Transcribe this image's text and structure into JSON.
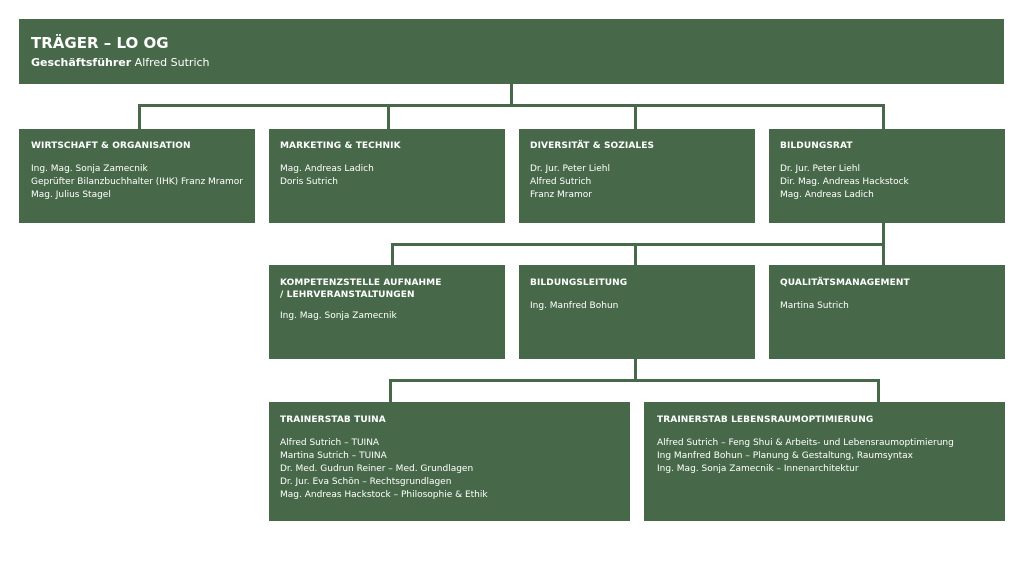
{
  "top": {
    "title": "TRÄGER – LO OG",
    "role": "Geschäftsführer",
    "name": "Alfred Sutrich"
  },
  "level1": [
    {
      "title": "WIRTSCHAFT & ORGANISATION",
      "members": [
        "Ing. Mag. Sonja Zamecnik",
        "Geprüfter Bilanzbuchhalter (IHK) Franz Mramor",
        "Mag. Julius Stagel"
      ]
    },
    {
      "title": "MARKETING & TECHNIK",
      "members": [
        "Mag. Andreas Ladich",
        "Doris Sutrich"
      ]
    },
    {
      "title": "DIVERSITÄT & SOZIALES",
      "members": [
        "Dr. Jur.  Peter Liehl",
        "Alfred Sutrich",
        "Franz Mramor"
      ]
    },
    {
      "title": "BILDUNGSRAT",
      "members": [
        "Dr. Jur.  Peter Liehl",
        "Dir. Mag. Andreas Hackstock",
        "Mag. Andreas Ladich"
      ]
    }
  ],
  "level2": [
    {
      "title": "KOMPETENZSTELLE AUFNAHME\n/ LEHRVERANSTALTUNGEN",
      "members": [
        "Ing. Mag. Sonja Zamecnik"
      ]
    },
    {
      "title": "BILDUNGSLEITUNG",
      "members": [
        "Ing. Manfred Bohun"
      ]
    },
    {
      "title": "QUALITÄTSMANAGEMENT",
      "members": [
        "Martina Sutrich"
      ]
    }
  ],
  "level3": [
    {
      "title": "TRAINERSTAB TUINA",
      "members": [
        "Alfred Sutrich – TUINA",
        "Martina Sutrich – TUINA",
        "Dr. Med. Gudrun Reiner – Med. Grundlagen",
        "Dr. Jur. Eva Schön – Rechtsgrundlagen",
        "Mag. Andreas Hackstock – Philosophie & Ethik"
      ]
    },
    {
      "title": "TRAINERSTAB LEBENSRAUMOPTIMIERUNG",
      "members": [
        "Alfred Sutrich – Feng Shui & Arbeits- und Lebensraumoptimierung",
        "Ing Manfred Bohun – Planung & Gestaltung, Raumsyntax",
        "Ing. Mag. Sonja Zamecnik – Innenarchitektur"
      ]
    }
  ],
  "colors": {
    "box": "#47694a",
    "text": "#ffffff",
    "background": "#ffffff"
  }
}
